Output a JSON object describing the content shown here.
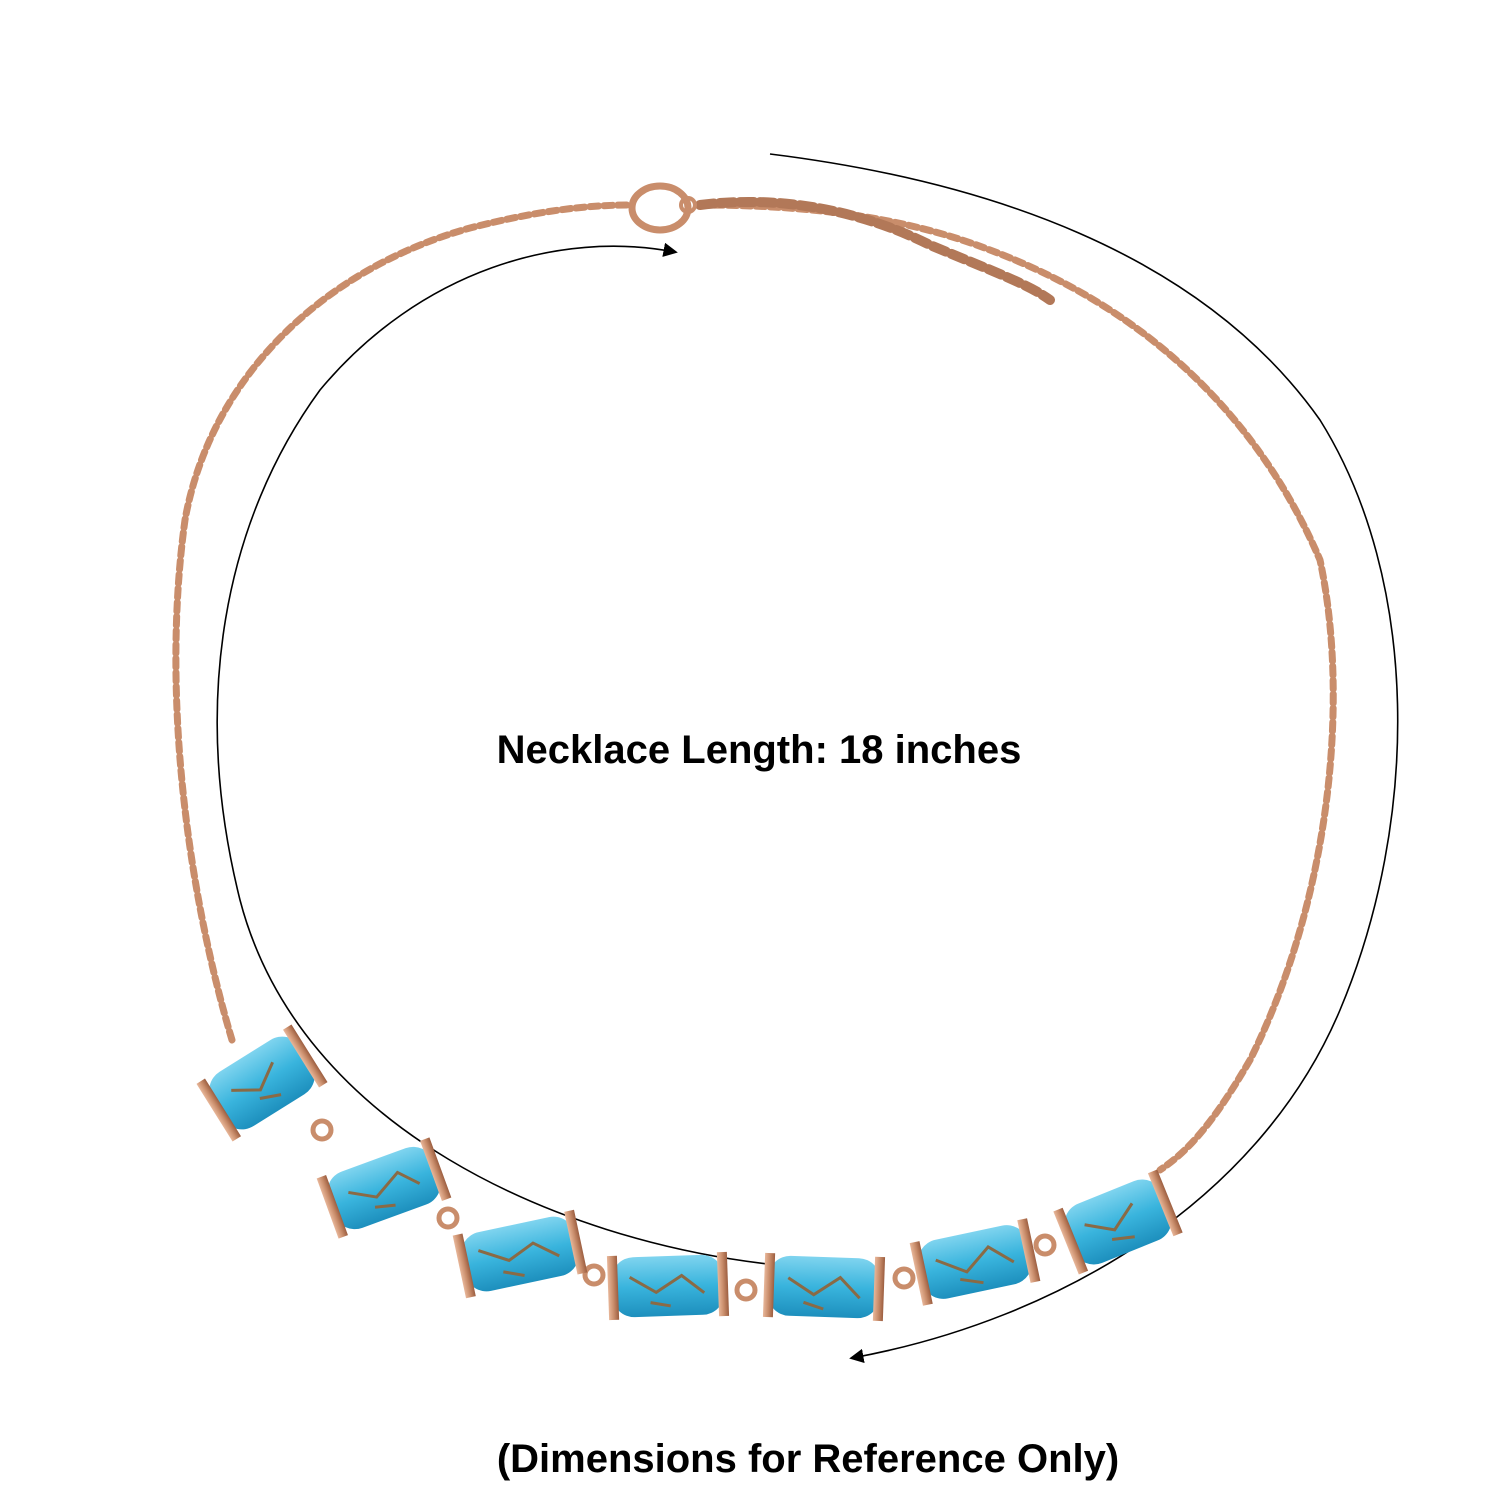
{
  "measurement_label": "Necklace Length: 18 inches",
  "disclaimer": "(Dimensions for Reference Only)",
  "colors": {
    "background": "#ffffff",
    "chain": "#c98d6b",
    "chain_shadow": "#9c5e40",
    "stone": "#39b4dd",
    "stone_light": "#7fd4ef",
    "stone_matrix": "#8a6a45",
    "arrow": "#000000"
  },
  "stones_count": 7
}
